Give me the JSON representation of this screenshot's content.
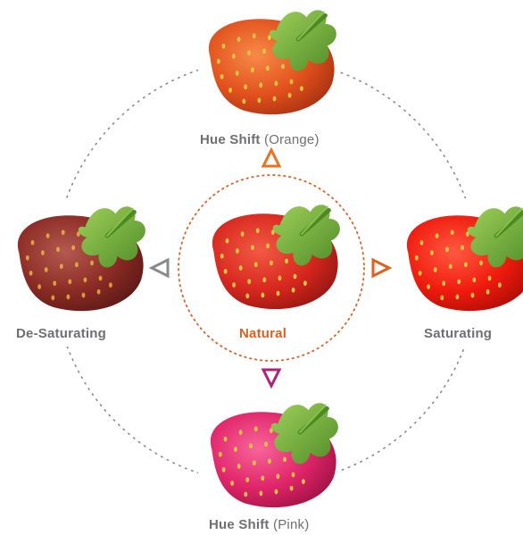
{
  "labels": {
    "top_main": "Hue Shift",
    "top_sub": "(Orange)",
    "left": "De-Saturating",
    "center": "Natural",
    "right": "Saturating",
    "bottom_main": "Hue Shift",
    "bottom_sub": "(Pink)"
  },
  "colors": {
    "natural_body": "#d8281f",
    "orange_body": "#e2511d",
    "desaturated_body": "#8c2b25",
    "saturated_body": "#f01b0f",
    "pink_body": "#e0256a",
    "leaf": "#6fae3a",
    "seed": "#f2c545",
    "ring_dotted": "#8a8a8a",
    "center_ring": "#e0601f",
    "arrow_orange": "#e8731f",
    "arrow_gray": "#8a8a8a",
    "arrow_pink": "#b0207a",
    "label_text": "#6f6f73",
    "center_label_text": "#e0601f"
  },
  "icons": [
    "strawberry-icon",
    "triangle-arrow-icon"
  ]
}
